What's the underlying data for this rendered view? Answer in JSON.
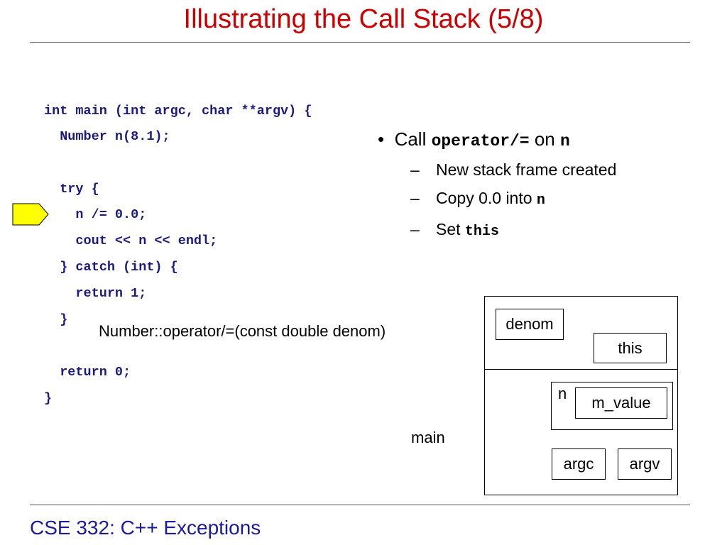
{
  "title": "Illustrating the Call Stack (5/8)",
  "code_lines": [
    "int main (int argc, char **argv) {",
    "  Number n(8.1);",
    "",
    "  try {",
    "    n /= 0.0;",
    "    cout << n << endl;",
    "  } catch (int) {",
    "    return 1;",
    "  }",
    "",
    "  return 0;",
    "}"
  ],
  "bullets": {
    "main_prefix": "Call ",
    "main_code": "operator/=",
    "main_mid": " on ",
    "main_code2": "n",
    "subs": [
      {
        "text": "New stack frame created",
        "code": ""
      },
      {
        "text": "Copy 0.0 into ",
        "code": "n"
      },
      {
        "text": "Set ",
        "code": "this"
      }
    ]
  },
  "frame_label": "Number::operator/=(const double denom)",
  "main_label": "main",
  "stack": {
    "denom": "denom",
    "this": "this",
    "n_label": "n",
    "m_value": "m_value",
    "argc": "argc",
    "argv": "argv"
  },
  "footer": "CSE 332: C++ Exceptions",
  "colors": {
    "title": "#cc0000",
    "code": "#1a1a80",
    "footer": "#1a1a9a",
    "arrow_fill": "#ffff00"
  }
}
